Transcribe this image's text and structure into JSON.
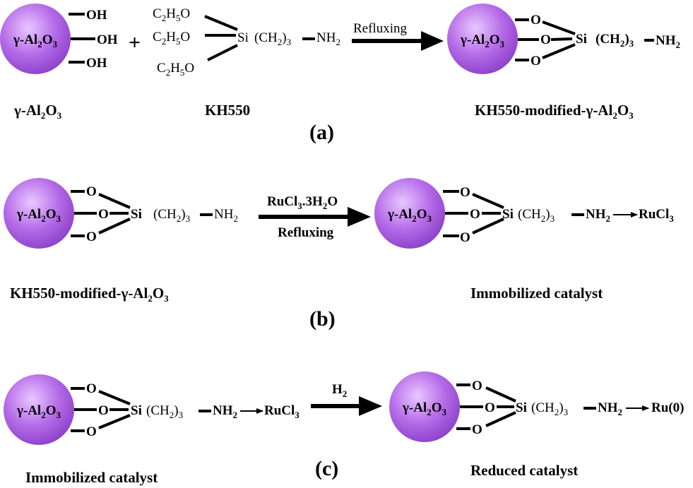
{
  "colors": {
    "sphere_center": "#e9c8ff",
    "sphere_mid": "#b56be8",
    "sphere_edge": "#8a3fc7"
  },
  "labels": {
    "sphere": "γ-Al2O3",
    "oh": "OH",
    "oxygen": "O",
    "silicon": "Si",
    "ethoxy": "C2H5O",
    "chain": "(CH2)3",
    "amine": "NH2",
    "rucl3": "RuCl3",
    "ru0": "Ru(0)",
    "plus": "+"
  },
  "panels": {
    "a": {
      "tag": "(a)",
      "arrow_label": "Refluxing",
      "captions": [
        "γ-Al2O3",
        "KH550",
        "KH550-modified-γ-Al2O3"
      ]
    },
    "b": {
      "tag": "(b)",
      "arrow_label_top": "RuCl3.3H2O",
      "arrow_label_bottom": "Refluxing",
      "captions": [
        "KH550-modified-γ-Al2O3",
        "Immobilized catalyst"
      ]
    },
    "c": {
      "tag": "(c)",
      "arrow_label": "H2",
      "captions": [
        "Immobilized catalyst",
        "Reduced catalyst"
      ]
    }
  }
}
